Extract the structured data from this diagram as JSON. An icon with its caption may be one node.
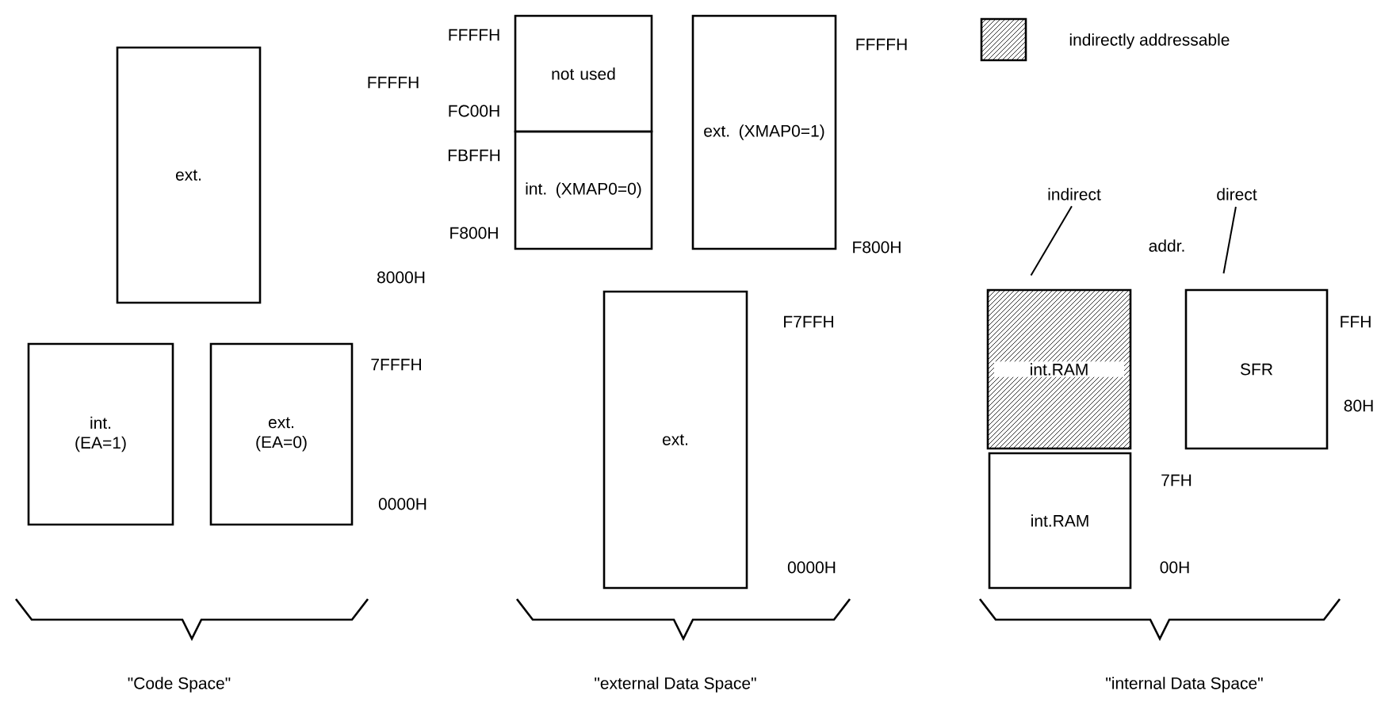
{
  "diagram": {
    "nodes": [
      {
        "text": [
          "ext."
        ]
      },
      {
        "text": [
          "int. (EA=1)"
        ]
      },
      {
        "text": [
          "ext. (EA=0)"
        ]
      },
      {
        "text": [
          "not used"
        ]
      },
      {
        "text": [
          "int. (XMAP0=0)"
        ]
      },
      {
        "text": [
          "ext. (XMAP0=1)"
        ]
      },
      {
        "text": [
          "ext."
        ]
      },
      {
        "text": [
          "indirect"
        ]
      },
      {
        "text": [
          "direct"
        ]
      },
      {
        "text": [
          "int.RAM"
        ]
      },
      {
        "text": [
          "SFR"
        ]
      },
      {
        "text": [
          "int.RAM"
        ]
      }
    ],
    "edges": [
      {
        "from": 7,
        "to": 9,
        "arrow": "none"
      },
      {
        "from": 8,
        "to": 10,
        "arrow": "none"
      }
    ],
    "labels": [
      "FFFFH",
      "8000H",
      "7FFFH",
      "0000H",
      "FFFFH",
      "FC00H",
      "FBFFH",
      "F800H",
      "FFFFH",
      "F800H",
      "F7FFH",
      "0000H",
      "addr.",
      "FFH",
      "80H",
      "7FH",
      "00H",
      "\"Code Space\"",
      "\"external Data Space\"",
      "\"internal Data Space\""
    ],
    "legend": [
      {
        "text": "indirectly addressable"
      }
    ]
  }
}
